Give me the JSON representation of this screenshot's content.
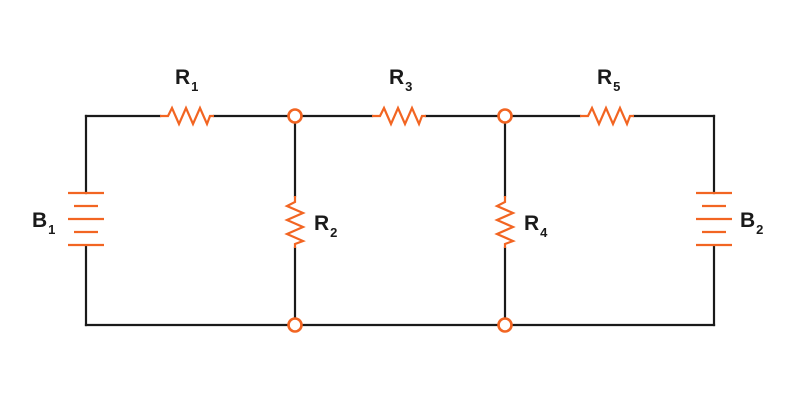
{
  "colors": {
    "wire": "#1a1a1a",
    "component": "#f26522",
    "background": "#ffffff"
  },
  "components": {
    "R1": {
      "type": "resistor",
      "letter": "R",
      "sub": "1"
    },
    "R2": {
      "type": "resistor",
      "letter": "R",
      "sub": "2"
    },
    "R3": {
      "type": "resistor",
      "letter": "R",
      "sub": "3"
    },
    "R4": {
      "type": "resistor",
      "letter": "R",
      "sub": "4"
    },
    "R5": {
      "type": "resistor",
      "letter": "R",
      "sub": "5"
    },
    "B1": {
      "type": "battery",
      "letter": "B",
      "sub": "1"
    },
    "B2": {
      "type": "battery",
      "letter": "B",
      "sub": "2"
    }
  }
}
